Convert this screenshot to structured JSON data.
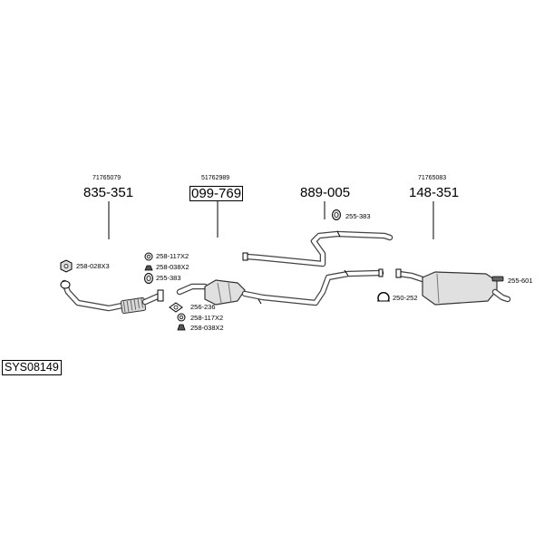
{
  "diagram": {
    "system_id": "SYS08149",
    "groups": [
      {
        "oe": "71765079",
        "part": "835-351",
        "boxed": false
      },
      {
        "oe": "51762989",
        "part": "099-769",
        "boxed": true
      },
      {
        "oe": "",
        "part": "889-005",
        "boxed": false
      },
      {
        "oe": "71765083",
        "part": "148-351",
        "boxed": false
      }
    ],
    "small_parts": [
      {
        "label": "258-028X3",
        "icon": "nut-icon"
      },
      {
        "label": "258-117X2",
        "icon": "washer-icon"
      },
      {
        "label": "258-038X2",
        "icon": "spring-icon"
      },
      {
        "label": "255-383",
        "icon": "rubber-mount-icon"
      },
      {
        "label": "256-236",
        "icon": "gasket-icon"
      },
      {
        "label": "258-117X2",
        "icon": "washer-icon"
      },
      {
        "label": "258-038X2",
        "icon": "spring-icon"
      },
      {
        "label": "255-383",
        "icon": "rubber-mount-icon"
      },
      {
        "label": "250-252",
        "icon": "clamp-icon"
      },
      {
        "label": "255-601",
        "icon": "hanger-icon"
      }
    ]
  }
}
